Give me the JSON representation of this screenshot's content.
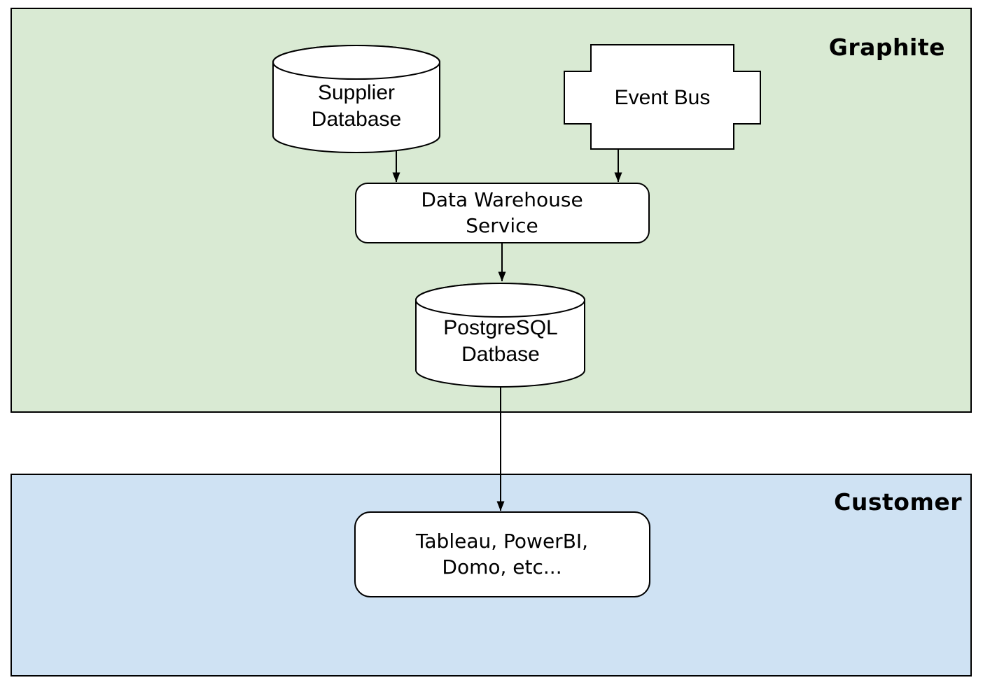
{
  "diagram": {
    "type": "architecture-flow-diagram",
    "sections": {
      "graphite": {
        "label": "Graphite",
        "fill": "#d9ead3"
      },
      "customer": {
        "label": "Customer",
        "fill": "#cfe2f3"
      }
    },
    "nodes": {
      "supplier_db": {
        "label": "Supplier\nDatabase",
        "shape": "cylinder",
        "section": "graphite"
      },
      "event_bus": {
        "label": "Event Bus",
        "shape": "cross",
        "section": "graphite"
      },
      "data_warehouse": {
        "label": "Data Warehouse\nService",
        "shape": "rounded-rectangle",
        "section": "graphite"
      },
      "postgres_db": {
        "label": "PostgreSQL\nDatbase",
        "shape": "cylinder",
        "section": "graphite"
      },
      "bi_tools": {
        "label": "Tableau, PowerBI,\nDomo, etc...",
        "shape": "rounded-rectangle",
        "section": "customer"
      }
    },
    "edges": [
      {
        "from": "supplier_db",
        "to": "data_warehouse"
      },
      {
        "from": "event_bus",
        "to": "data_warehouse"
      },
      {
        "from": "data_warehouse",
        "to": "postgres_db"
      },
      {
        "from": "postgres_db",
        "to": "bi_tools"
      }
    ],
    "colors": {
      "node_fill": "#ffffff",
      "stroke": "#000000",
      "section_graphite_fill": "#d9ead3",
      "section_customer_fill": "#cfe2f3"
    }
  }
}
